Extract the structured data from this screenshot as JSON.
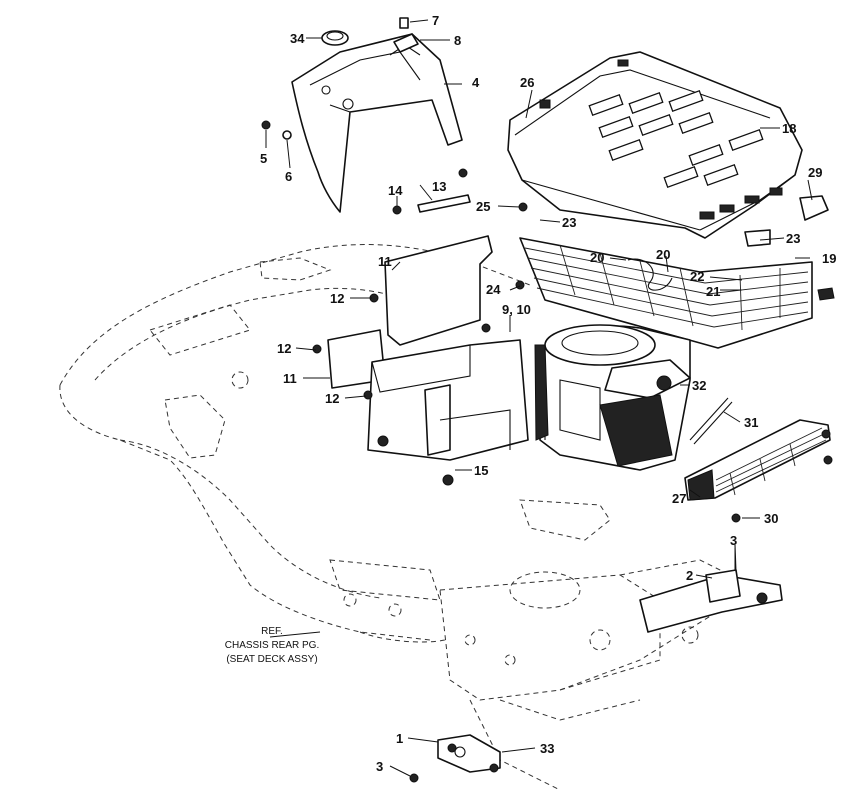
{
  "callouts": {
    "c1": "1",
    "c2": "2",
    "c3a": "3",
    "c3b": "3",
    "c4": "4",
    "c5": "5",
    "c6": "6",
    "c7": "7",
    "c8": "8",
    "c9_10": "9, 10",
    "c11a": "11",
    "c11b": "11",
    "c12a": "12",
    "c12b": "12",
    "c12c": "12",
    "c13": "13",
    "c14": "14",
    "c15": "15",
    "c18": "18",
    "c19": "19",
    "c20a": "20",
    "c20b": "20",
    "c21": "21",
    "c22": "22",
    "c23a": "23",
    "c23b": "23",
    "c24": "24",
    "c25": "25",
    "c26": "26",
    "c27": "27",
    "c29": "29",
    "c30": "30",
    "c31": "31",
    "c32": "32",
    "c33": "33",
    "c34": "34"
  },
  "reference_note": {
    "line1": "REF.",
    "line2": "CHASSIS REAR PG.",
    "line3": "(SEAT DECK ASSY)"
  }
}
